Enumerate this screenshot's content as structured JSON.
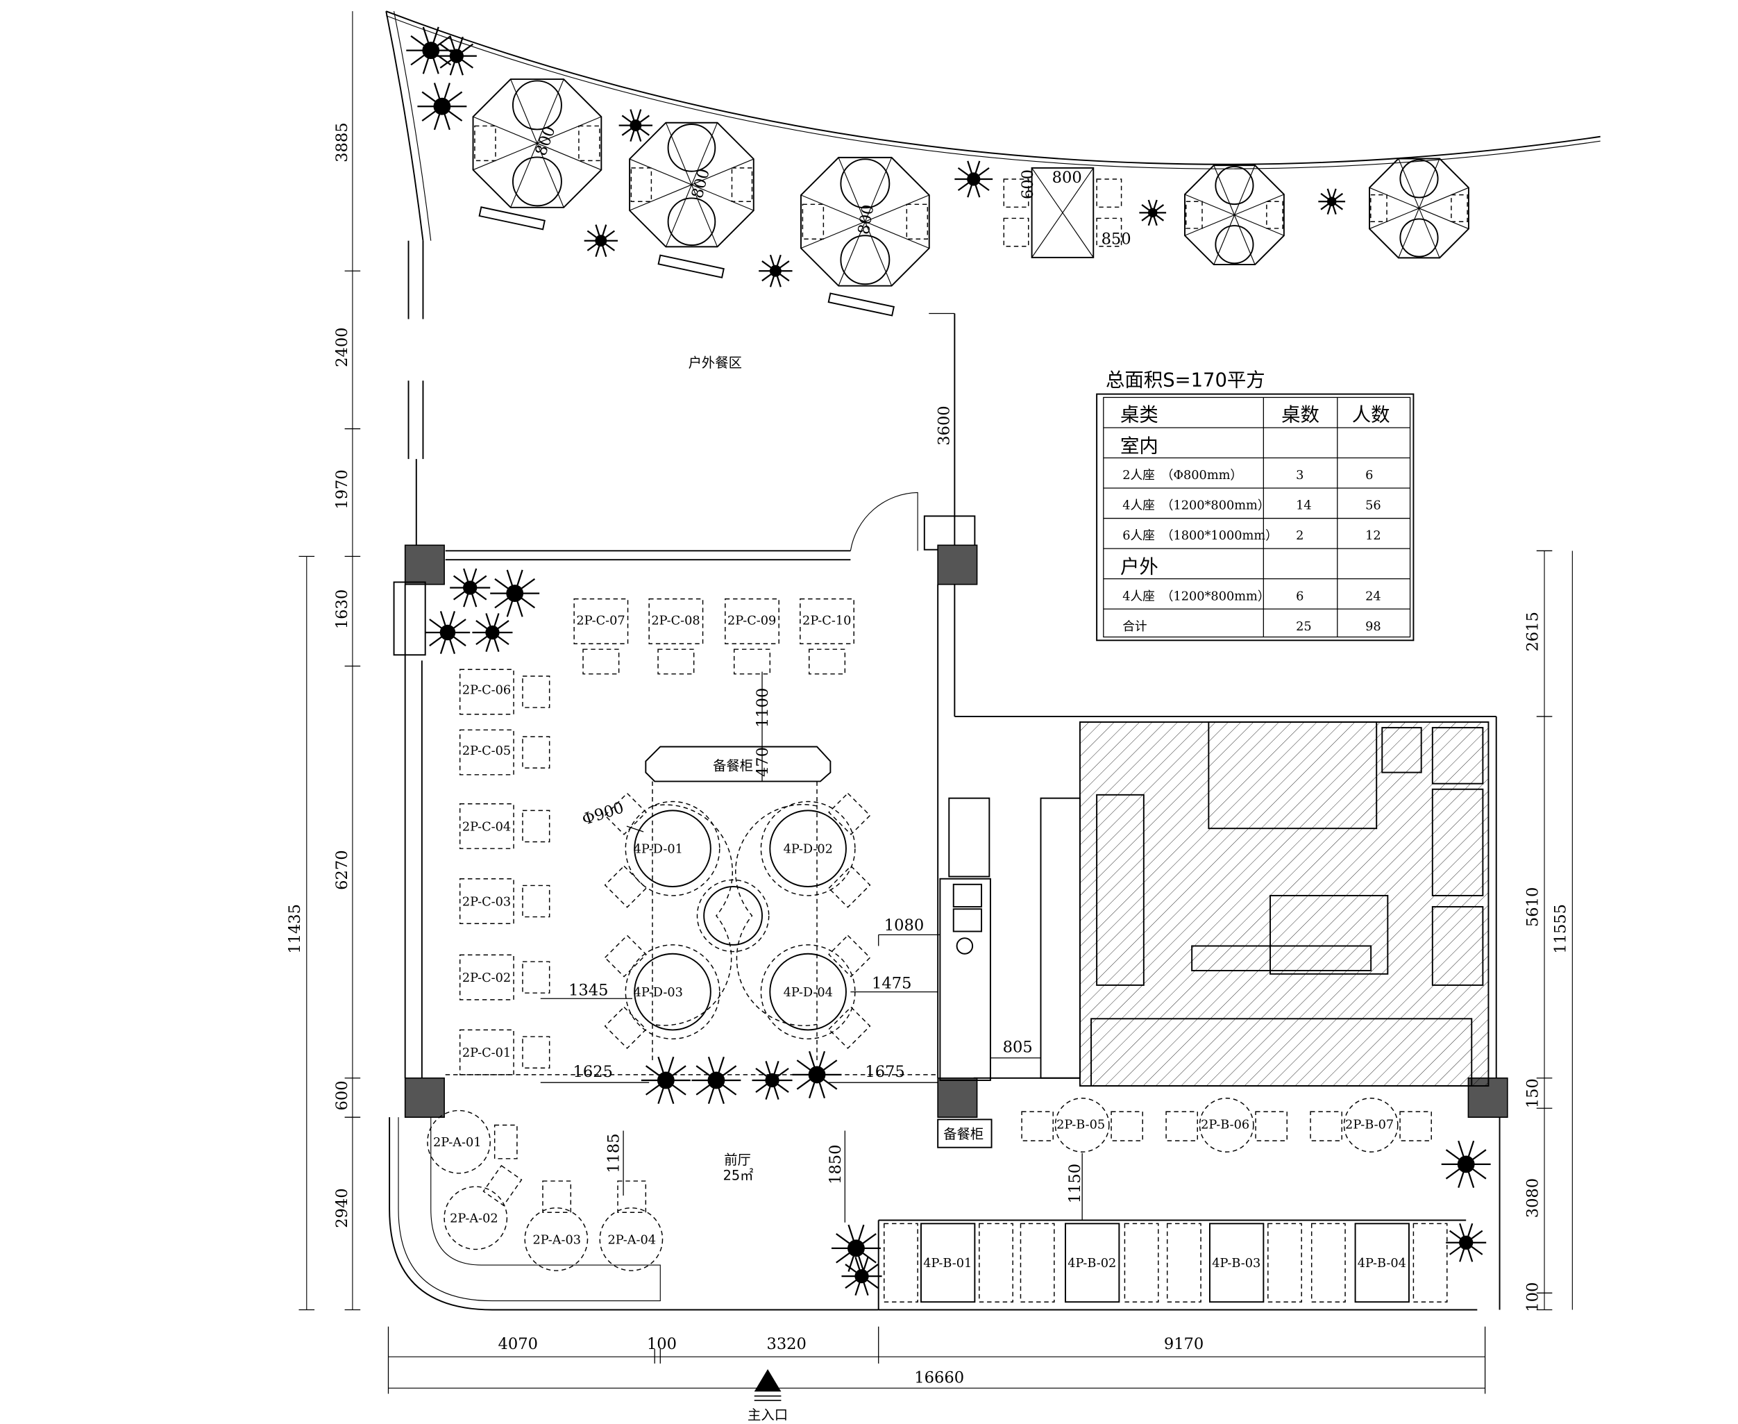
{
  "title": {
    "outdoor_area": "户外餐区",
    "lobby": "前厅",
    "lobby_area": "25㎡",
    "service_cabinet_1": "备餐柜",
    "service_cabinet_2": "备餐柜",
    "main_entrance": "主入口"
  },
  "summary": {
    "total_area": "总面积S=170平方",
    "headers": [
      "桌类",
      "桌数",
      "人数"
    ],
    "rows": [
      {
        "type": "室内",
        "tables": "",
        "seats": ""
      },
      {
        "type": "2人座　（Φ800mm）",
        "tables": "3",
        "seats": "6"
      },
      {
        "type": "4人座　（1200*800mm）",
        "tables": "14",
        "seats": "56"
      },
      {
        "type": "6人座　（1800*1000mm）",
        "tables": "2",
        "seats": "12"
      },
      {
        "type": "户外",
        "tables": "",
        "seats": ""
      },
      {
        "type": "4人座　（1200*800mm）",
        "tables": "6",
        "seats": "24"
      },
      {
        "type": "合计",
        "tables": "25",
        "seats": "98"
      }
    ]
  },
  "dimensions": {
    "left": [
      "3885",
      "2400",
      "1970",
      "1630",
      "6270",
      "600",
      "2940"
    ],
    "left_total": "11435",
    "right": [
      "2615",
      "5610",
      "150",
      "3080",
      "100"
    ],
    "right_total": "11555",
    "bottom": [
      "4070",
      "100",
      "3320",
      "9170"
    ],
    "bottom_total": "16660",
    "interior": {
      "d3600": "3600",
      "d1100": "1100",
      "d470": "470",
      "phi900": "Φ900",
      "d1080": "1080",
      "d1345": "1345",
      "d1475": "1475",
      "d1625": "1625",
      "d1675": "1675",
      "d805": "805",
      "d1185": "1185",
      "d1850": "1850",
      "d1150": "1150"
    },
    "outdoor": {
      "u1": "800",
      "u2": "800",
      "u3": "800",
      "d600": "600",
      "d800": "800",
      "d850": "850"
    }
  },
  "tables": {
    "c_top": [
      "2P-C-07",
      "2P-C-08",
      "2P-C-09",
      "2P-C-10"
    ],
    "c_left": [
      "2P-C-06",
      "2P-C-05",
      "2P-C-04",
      "2P-C-03",
      "2P-C-02",
      "2P-C-01"
    ],
    "d": [
      "4P-D-01",
      "4P-D-02",
      "4P-D-03",
      "4P-D-04"
    ],
    "a": [
      "2P-A-01",
      "2P-A-02",
      "2P-A-03",
      "2P-A-04"
    ],
    "b2": [
      "2P-B-05",
      "2P-B-06",
      "2P-B-07"
    ],
    "b4": [
      "4P-B-01",
      "4P-B-02",
      "4P-B-03",
      "4P-B-04"
    ]
  }
}
